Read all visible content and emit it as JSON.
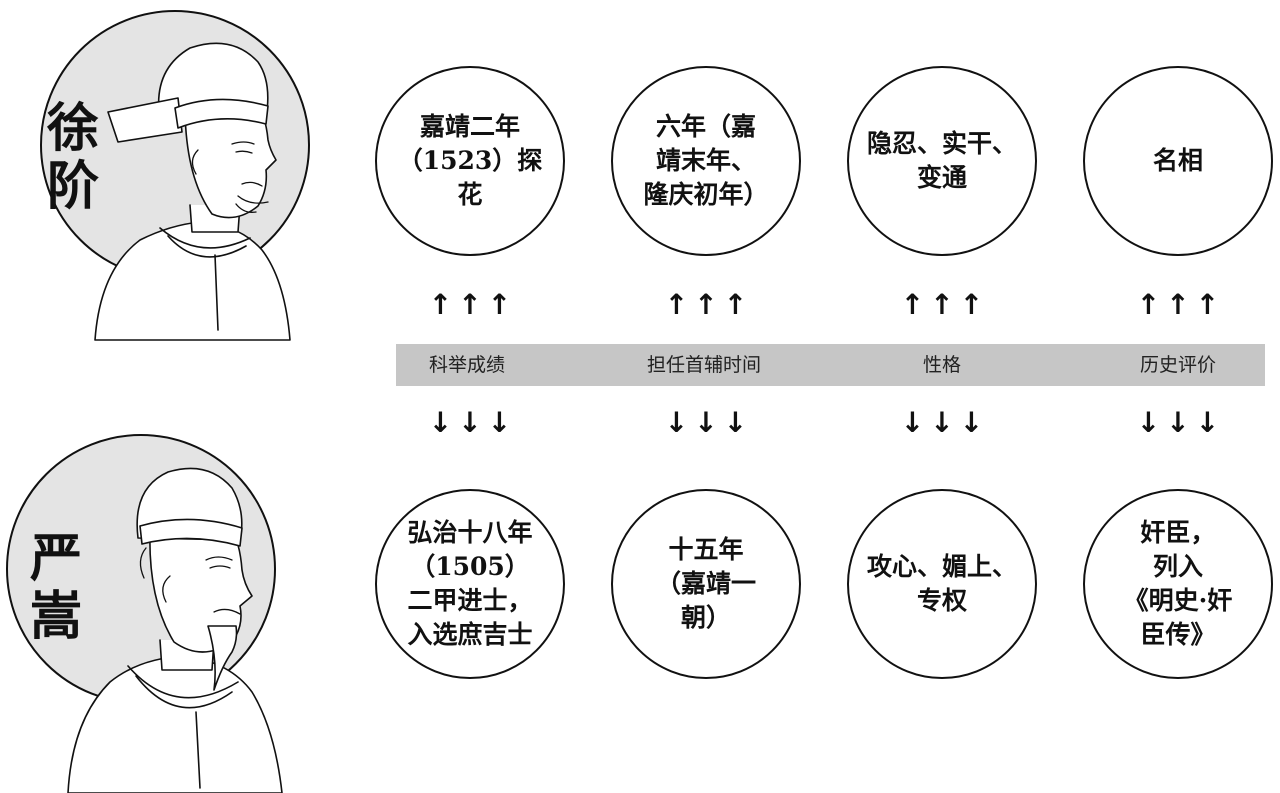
{
  "people": {
    "top": {
      "name": "徐阶"
    },
    "bottom": {
      "name": "严嵩"
    }
  },
  "categories": [
    "科举成绩",
    "担任首辅时间",
    "性格",
    "历史评价"
  ],
  "top_row": [
    "嘉靖二年\n（1523）探花",
    "六年（嘉\n靖末年、\n隆庆初年）",
    "隐忍、实干、\n变通",
    "名相"
  ],
  "bottom_row": [
    "弘治十八年\n（1505）\n二甲进士，\n入选庶吉士",
    "十五年\n（嘉靖一\n朝）",
    "攻心、媚上、\n专权",
    "奸臣，\n列入\n《明史·奸\n臣传》"
  ],
  "arrows": {
    "up": "↑↑↑",
    "down": "↓↓↓"
  },
  "colors": {
    "band": "#c6c6c6",
    "disc": "#e4e4e4",
    "stroke": "#111111"
  }
}
